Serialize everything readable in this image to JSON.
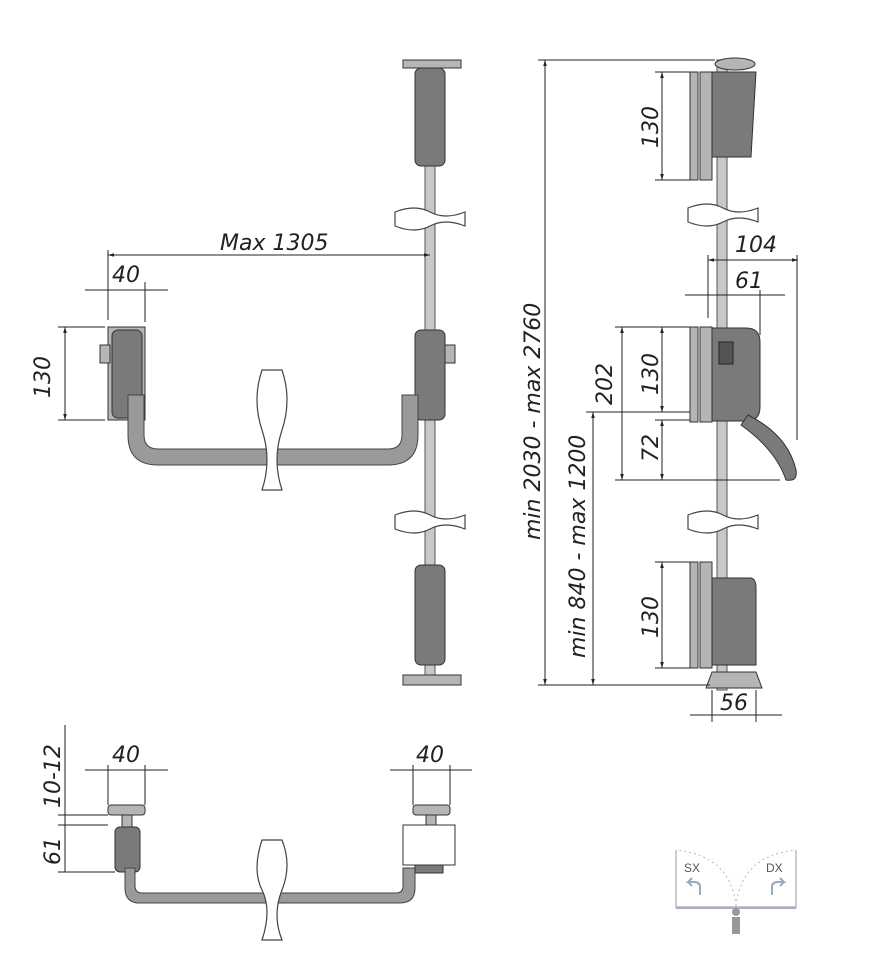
{
  "front_view": {
    "max_width": "Max 1305",
    "end_width": "40",
    "box_height": "130"
  },
  "side_view": {
    "total_height": "min 2030 - max 2760",
    "handle_height": "min 840 - max 1200",
    "handle_span": "202",
    "mid_box_height": "130",
    "handle_drop": "72",
    "top_box_height": "130",
    "bottom_box_height": "130",
    "depth_total": "104",
    "depth_box": "61",
    "foot_width": "56"
  },
  "plan_view": {
    "left_width": "40",
    "right_width": "40",
    "gap": "10-12",
    "depth": "61"
  },
  "door_icon": {
    "left": "SX",
    "right": "DX"
  }
}
